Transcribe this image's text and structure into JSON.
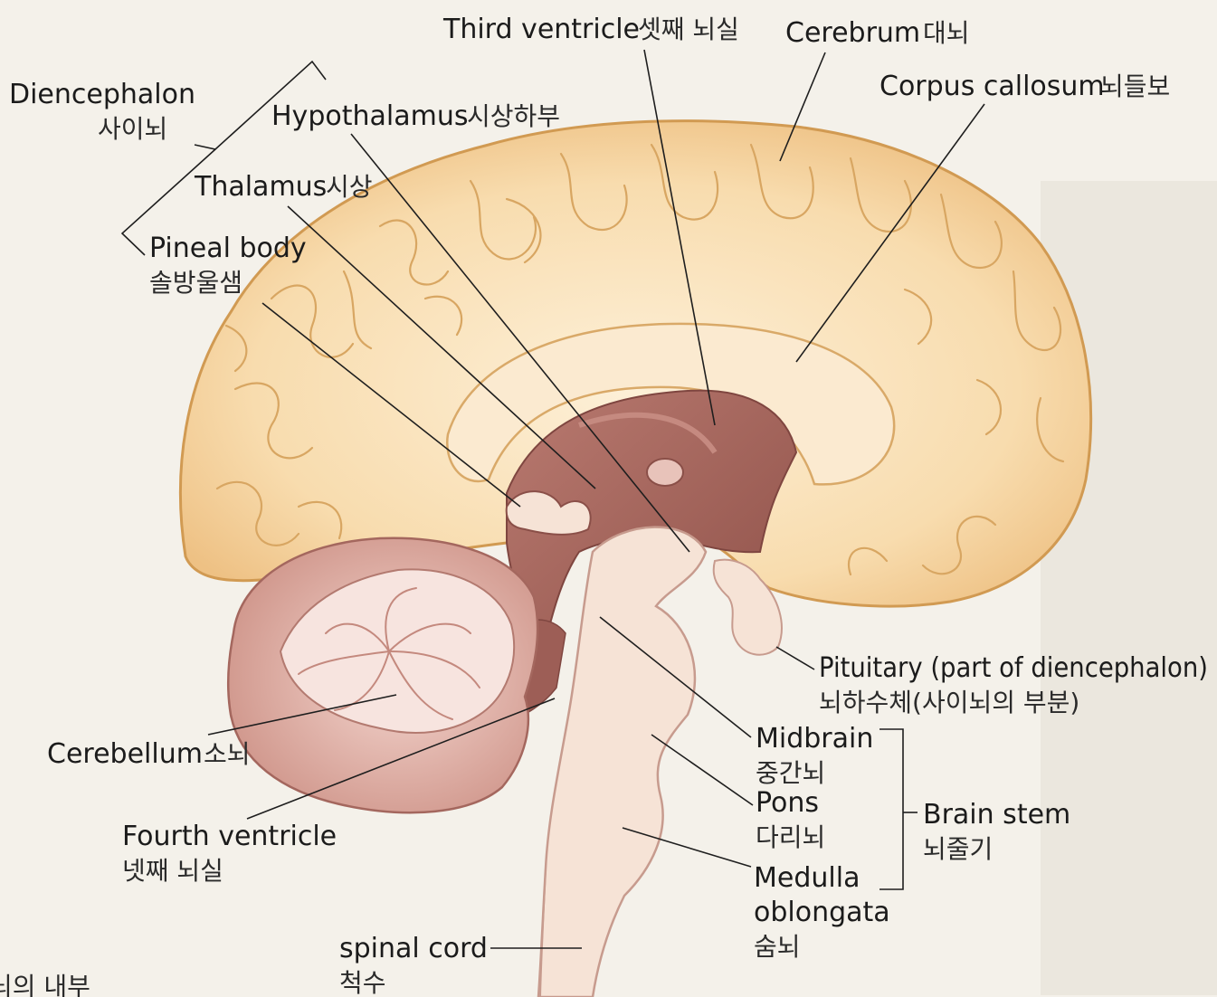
{
  "colors": {
    "background": "#f4f1ea",
    "cerebrum": "#f6d29a",
    "cerebrum_outline": "#d19a52",
    "diencephalon": "#a86a62",
    "brain_stem": "#f6e3d6",
    "cerebellum": "#e6b8ad",
    "leader_lines": "#1e1e1e"
  },
  "labels": {
    "third_ventricle": {
      "en": "Third ventricle",
      "ko": "셋째 뇌실"
    },
    "cerebrum": {
      "en": "Cerebrum",
      "ko": "대뇌"
    },
    "corpus_callosum": {
      "en": "Corpus callosum",
      "ko": "뇌들보"
    },
    "diencephalon": {
      "en": "Diencephalon",
      "ko": "사이뇌"
    },
    "hypothalamus": {
      "en": "Hypothalamus",
      "ko": "시상하부"
    },
    "thalamus": {
      "en": "Thalamus",
      "ko": "시상"
    },
    "pineal_body": {
      "en": "Pineal body",
      "ko": "솔방울샘"
    },
    "pituitary": {
      "en": "Pituitary (part of diencephalon)",
      "ko": "뇌하수체(사이뇌의 부분)"
    },
    "midbrain": {
      "en": "Midbrain",
      "ko": "중간뇌"
    },
    "pons": {
      "en": "Pons",
      "ko": "다리뇌"
    },
    "medulla": {
      "en1": "Medulla",
      "en2": "oblongata",
      "ko": "숨뇌"
    },
    "brain_stem": {
      "en": "Brain stem",
      "ko": "뇌줄기"
    },
    "cerebellum": {
      "en": "Cerebellum",
      "ko": "소뇌"
    },
    "fourth_ventricle": {
      "en": "Fourth ventricle",
      "ko": "넷째 뇌실"
    },
    "spinal_cord": {
      "en": "spinal cord",
      "ko": "척수"
    },
    "page_fragment": "뇌의 내부"
  }
}
